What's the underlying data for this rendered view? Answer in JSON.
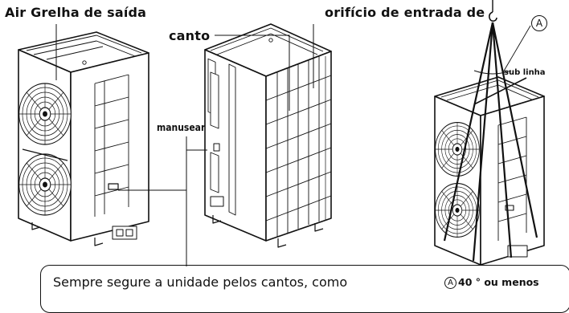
{
  "labels": {
    "grille": "Air Grelha de saída",
    "orifice": "orifício de entrada de",
    "corner": "canto",
    "handle": "manusear",
    "sub_line": "sub linha",
    "angle_mark": "A",
    "angle_note_mark": "A",
    "angle_note": "40 ° ou menos",
    "callout": "Sempre segure a unidade pelos cantos, como"
  },
  "colors": {
    "line": "#111111",
    "fill": "#ffffff",
    "fan_gray": "#9a9a9a"
  }
}
